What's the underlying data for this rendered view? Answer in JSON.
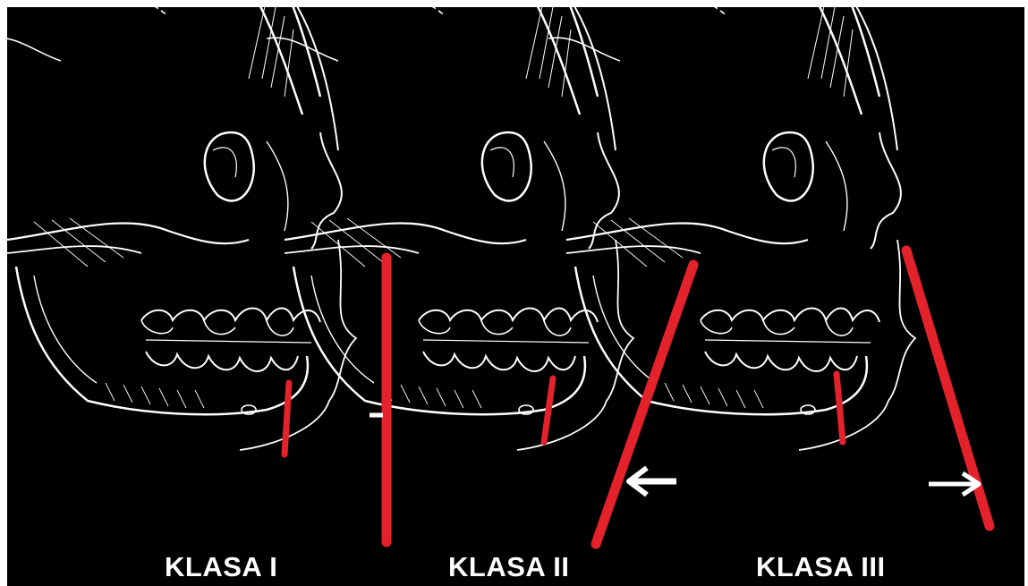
{
  "colors": {
    "background": "#000000",
    "line_art": "#ffffff",
    "profile_line": "#e3222b",
    "molar_marker": "#e3222b"
  },
  "panels": [
    {
      "label": "KLASA I",
      "profile_line": "vertical",
      "arrow_icon": "arrow-tick-icon"
    },
    {
      "label": "KLASA II",
      "profile_line": "forward-tilted",
      "arrow_icon": "arrow-left-icon"
    },
    {
      "label": "KLASA III",
      "profile_line": "backward-tilted",
      "arrow_icon": "arrow-right-icon"
    }
  ]
}
